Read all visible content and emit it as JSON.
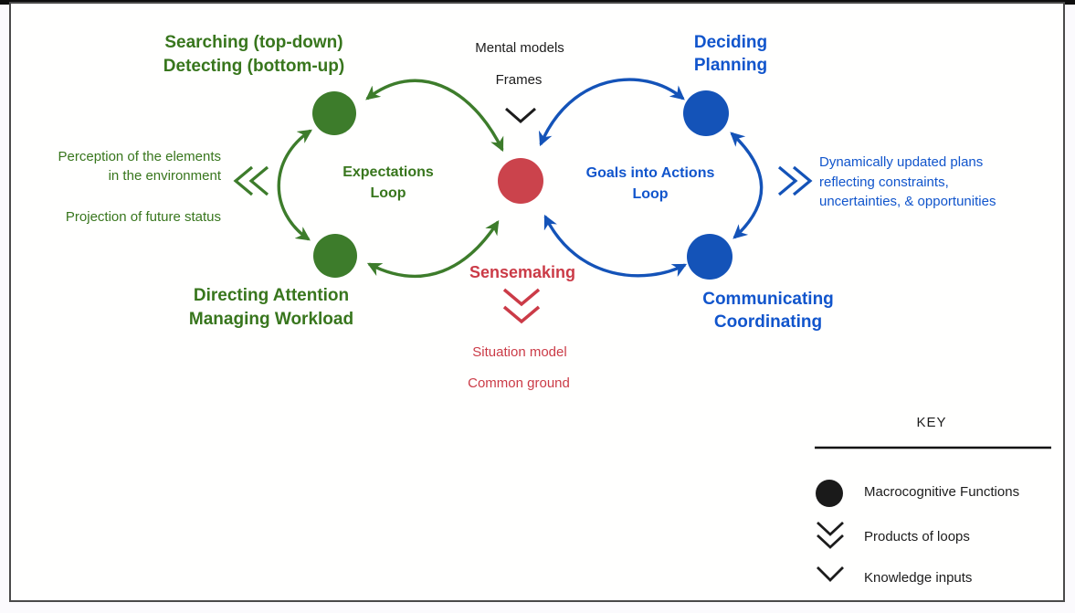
{
  "diagram": {
    "left_loop": {
      "heading_top_line1": "Searching (top-down)",
      "heading_top_line2": "Detecting (bottom-up)",
      "heading_bottom_line1": "Directing Attention",
      "heading_bottom_line2": "Managing Workload",
      "loop_label_line1": "Expectations",
      "loop_label_line2": "Loop",
      "output_text_line1": "Perception of the elements",
      "output_text_line2": "in the environment",
      "output_text_b": "Projection of future status"
    },
    "center": {
      "knowledge_input_line1": "Mental models",
      "knowledge_input_line2": "Frames",
      "function_label": "Sensemaking",
      "product_line1": "Situation model",
      "product_line2": "Common ground"
    },
    "right_loop": {
      "heading_top_line1": "Deciding",
      "heading_top_line2": "Planning",
      "heading_bottom_line1": "Communicating",
      "heading_bottom_line2": "Coordinating",
      "loop_label_line1": "Goals into Actions",
      "loop_label_line2": "Loop",
      "output_text_line1": "Dynamically updated plans",
      "output_text_line2": "reflecting constraints,",
      "output_text_line3": "uncertainties, & opportunities"
    },
    "key": {
      "title": "KEY",
      "items": [
        {
          "symbol": "filled-circle-icon",
          "label": "Macrocognitive Functions"
        },
        {
          "symbol": "double-chevron-down-icon",
          "label": "Products of loops"
        },
        {
          "symbol": "single-chevron-down-icon",
          "label": "Knowledge inputs"
        }
      ]
    },
    "colors": {
      "green_text": "#38761d",
      "green_circle": "#3d7c2b",
      "red_text": "#cb3b47",
      "red_circle": "#cb434c",
      "blue_text": "#1155cc",
      "blue_circle": "#1453b8",
      "black": "#1c1c1c"
    }
  }
}
